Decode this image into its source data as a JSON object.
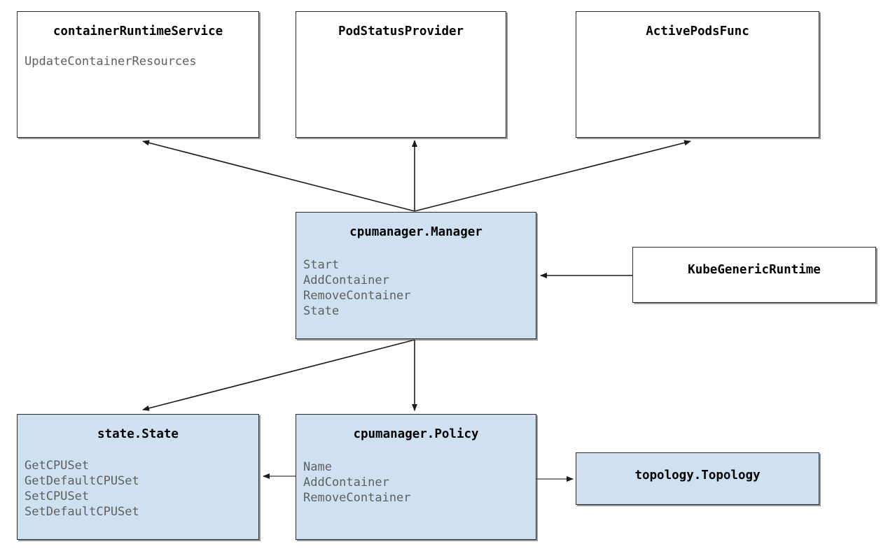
{
  "diagram": {
    "type": "uml-class-diagram",
    "background": "#ffffff",
    "fill_color": "#cfe1f0",
    "border_color": "#2b2b2b",
    "member_text_color": "#5f5f5f",
    "nodes": [
      {
        "id": "containerRuntimeService",
        "title": "containerRuntimeService",
        "members": [
          "UpdateContainerResources"
        ],
        "filled": false
      },
      {
        "id": "PodStatusProvider",
        "title": "PodStatusProvider",
        "members": [],
        "filled": false
      },
      {
        "id": "ActivePodsFunc",
        "title": "ActivePodsFunc",
        "members": [],
        "filled": false
      },
      {
        "id": "cpumanager.Manager",
        "title": "cpumanager.Manager",
        "members": [
          "Start",
          "AddContainer",
          "RemoveContainer",
          "State"
        ],
        "filled": true
      },
      {
        "id": "KubeGenericRuntime",
        "title": "KubeGenericRuntime",
        "members": [],
        "filled": false
      },
      {
        "id": "state.State",
        "title": "state.State",
        "members": [
          "GetCPUSet",
          "GetDefaultCPUSet",
          "SetCPUSet",
          "SetDefaultCPUSet"
        ],
        "filled": true
      },
      {
        "id": "cpumanager.Policy",
        "title": "cpumanager.Policy",
        "members": [
          "Name",
          "AddContainer",
          "RemoveContainer"
        ],
        "filled": true
      },
      {
        "id": "topology.Topology",
        "title": "topology.Topology",
        "members": [],
        "filled": true
      }
    ],
    "edges": [
      {
        "from": "cpumanager.Manager",
        "to": "containerRuntimeService",
        "arrow": "to"
      },
      {
        "from": "cpumanager.Manager",
        "to": "PodStatusProvider",
        "arrow": "to"
      },
      {
        "from": "cpumanager.Manager",
        "to": "ActivePodsFunc",
        "arrow": "to"
      },
      {
        "from": "KubeGenericRuntime",
        "to": "cpumanager.Manager",
        "arrow": "to"
      },
      {
        "from": "cpumanager.Manager",
        "to": "state.State",
        "arrow": "to"
      },
      {
        "from": "cpumanager.Manager",
        "to": "cpumanager.Policy",
        "arrow": "to"
      },
      {
        "from": "cpumanager.Policy",
        "to": "state.State",
        "arrow": "to"
      },
      {
        "from": "cpumanager.Policy",
        "to": "topology.Topology",
        "arrow": "to"
      }
    ]
  }
}
